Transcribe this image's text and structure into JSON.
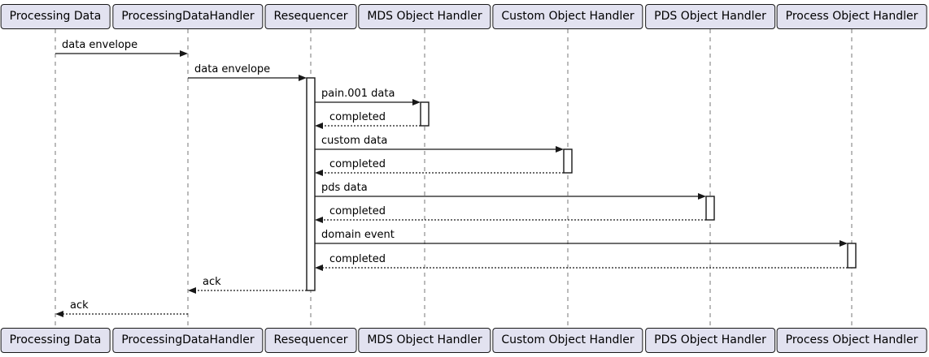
{
  "diagram": {
    "type": "uml-sequence-diagram",
    "participants": [
      {
        "id": "processing-data",
        "label": "Processing Data"
      },
      {
        "id": "processing-data-handler",
        "label": "ProcessingDataHandler"
      },
      {
        "id": "resequencer",
        "label": "Resequencer"
      },
      {
        "id": "mds-object-handler",
        "label": "MDS Object Handler"
      },
      {
        "id": "custom-object-handler",
        "label": "Custom Object Handler"
      },
      {
        "id": "pds-object-handler",
        "label": "PDS Object Handler"
      },
      {
        "id": "process-object-handler",
        "label": "Process Object Handler"
      }
    ],
    "messages": [
      {
        "from": "processing-data",
        "to": "processing-data-handler",
        "label": "data envelope",
        "style": "solid"
      },
      {
        "from": "processing-data-handler",
        "to": "resequencer",
        "label": "data envelope",
        "style": "solid"
      },
      {
        "from": "resequencer",
        "to": "mds-object-handler",
        "label": "pain.001 data",
        "style": "solid"
      },
      {
        "from": "mds-object-handler",
        "to": "resequencer",
        "label": "completed",
        "style": "dashed"
      },
      {
        "from": "resequencer",
        "to": "custom-object-handler",
        "label": "custom data",
        "style": "solid"
      },
      {
        "from": "custom-object-handler",
        "to": "resequencer",
        "label": "completed",
        "style": "dashed"
      },
      {
        "from": "resequencer",
        "to": "pds-object-handler",
        "label": "pds data",
        "style": "solid"
      },
      {
        "from": "pds-object-handler",
        "to": "resequencer",
        "label": "completed",
        "style": "dashed"
      },
      {
        "from": "resequencer",
        "to": "process-object-handler",
        "label": "domain event",
        "style": "solid"
      },
      {
        "from": "process-object-handler",
        "to": "resequencer",
        "label": "completed",
        "style": "dashed"
      },
      {
        "from": "resequencer",
        "to": "processing-data-handler",
        "label": "ack",
        "style": "dashed"
      },
      {
        "from": "processing-data-handler",
        "to": "processing-data",
        "label": "ack",
        "style": "dashed"
      }
    ],
    "colors": {
      "background": "#FFFFFF",
      "participant_fill": "#E2E2F0",
      "participant_border": "#181818",
      "lifeline": "#777777",
      "message_line": "#181818",
      "text": "#000000",
      "activation_fill": "#FFFFFF"
    }
  }
}
